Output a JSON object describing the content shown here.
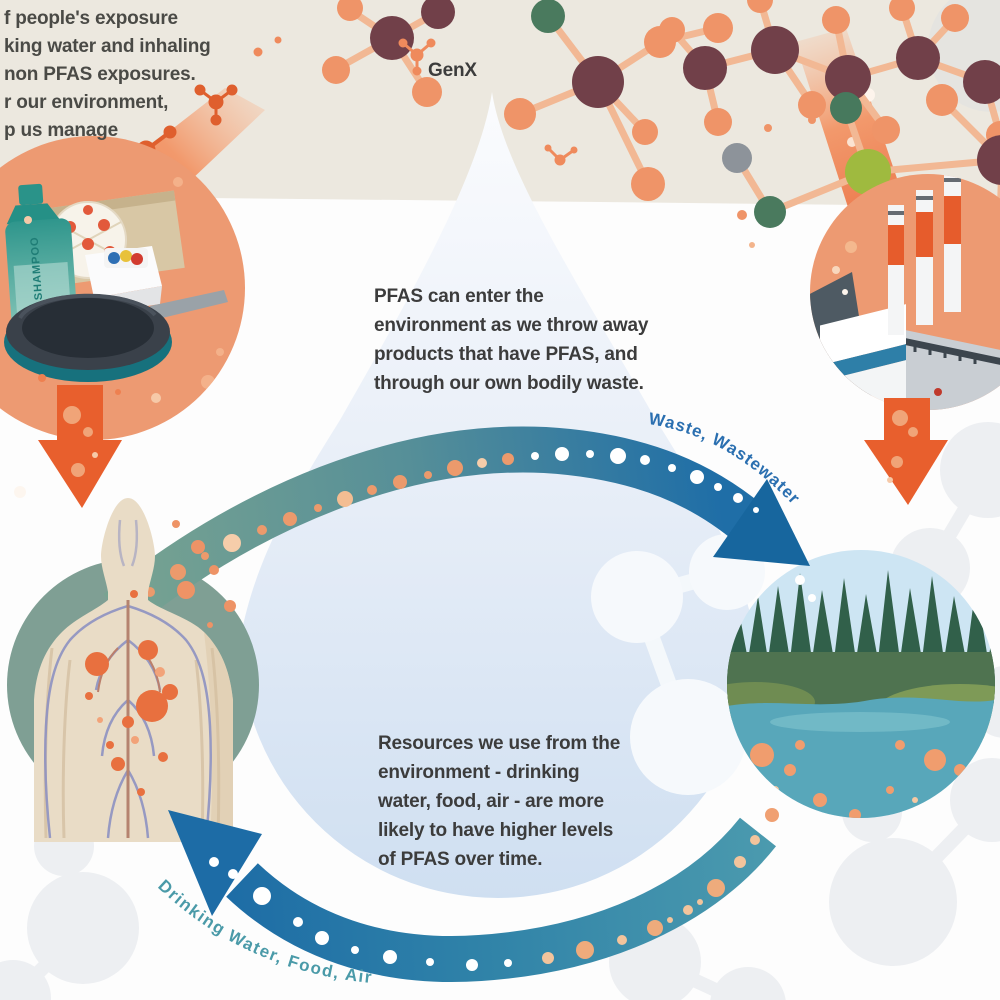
{
  "texts": {
    "intro": {
      "lines": [
        "f people's exposure",
        "king water and inhaling",
        "non PFAS exposures.",
        "r our environment,",
        "p us manage"
      ]
    },
    "genx_label": "GenX",
    "enter_env": {
      "lines": [
        "PFAS can enter the",
        "environment as we throw away",
        "products that have PFAS, and",
        "through our own bodily waste."
      ]
    },
    "resources": {
      "lines": [
        "Resources we use from the",
        "environment - drinking",
        "water, food, air - are more",
        "likely to have higher levels",
        "of PFAS over time."
      ]
    },
    "arrow_top_label": "Waste, Wastewater",
    "arrow_bottom_label": "Drinking Water, Food, Air",
    "shampoo_label": "SHAMPOO"
  },
  "colors": {
    "beige_band": "#ece8df",
    "orange_accent": "#e8612c",
    "salmon_circle": "#ed9a72",
    "sage_circle": "#7f9f94",
    "arrow_blue": "#1d6ca6",
    "arrow_teal": "#4b9aae",
    "arrow_green": "#78a391",
    "label_blue": "#2a6fb0",
    "label_teal": "#4a9aa8",
    "molecule_maroon": "#714049",
    "molecule_orange": "#ef9468",
    "molecule_green": "#4a7a5e",
    "molecule_lime": "#9fba3f",
    "water": "#58a7ba",
    "droplet_light": "#fbfcfe",
    "droplet_deep": "#cfdff1"
  },
  "illustrations": {
    "droplet": "water droplet",
    "products_circle": "consumer products: shampoo, pizza box, food container, makeup, non-stick pan",
    "factory_circle": "factory with smokestacks",
    "human_circle": "human body with circulatory system and PFAS spots",
    "environment_circle": "forest lake with PFAS particles"
  }
}
